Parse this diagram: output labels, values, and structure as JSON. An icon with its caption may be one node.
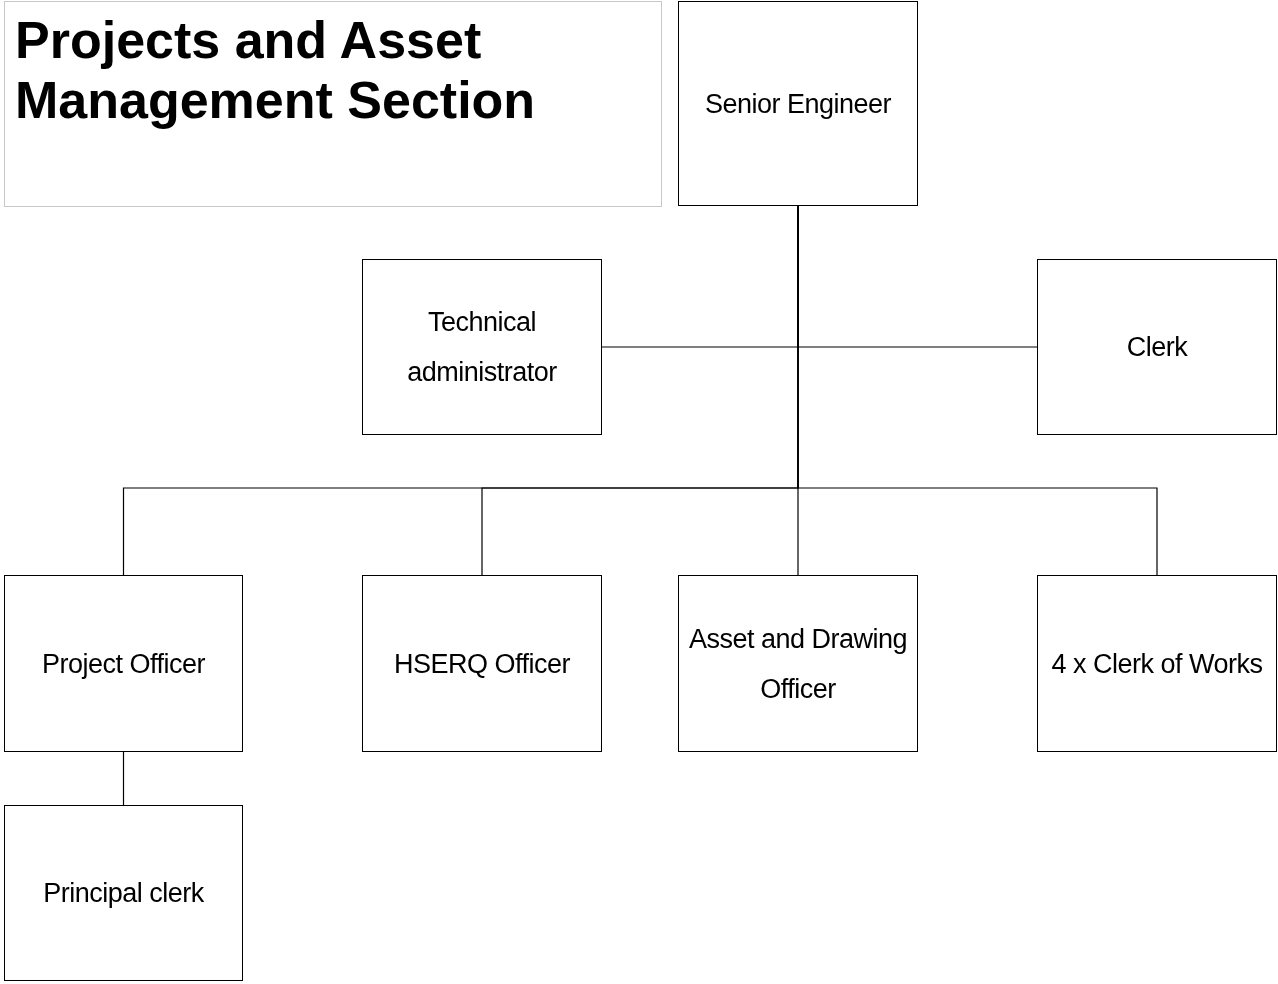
{
  "diagram": {
    "title": "Projects and Asset Management Section",
    "nodes": [
      {
        "text": [
          "Senior Engineer"
        ]
      },
      {
        "text": [
          "Technical administrator"
        ]
      },
      {
        "text": [
          "Clerk"
        ]
      },
      {
        "text": [
          "Project Officer"
        ]
      },
      {
        "text": [
          "HSERQ Officer"
        ]
      },
      {
        "text": [
          "Asset and Drawing Officer"
        ]
      },
      {
        "text": [
          "4 x Clerk of Works"
        ]
      },
      {
        "text": [
          "Principal clerk"
        ]
      }
    ],
    "edges": [
      {
        "from": 0,
        "to": 1,
        "arrow": "none"
      },
      {
        "from": 0,
        "to": 2,
        "arrow": "none"
      },
      {
        "from": 0,
        "to": 3,
        "arrow": "none"
      },
      {
        "from": 0,
        "to": 4,
        "arrow": "none"
      },
      {
        "from": 0,
        "to": 5,
        "arrow": "none"
      },
      {
        "from": 0,
        "to": 6,
        "arrow": "none"
      },
      {
        "from": 3,
        "to": 7,
        "arrow": "none"
      }
    ]
  }
}
